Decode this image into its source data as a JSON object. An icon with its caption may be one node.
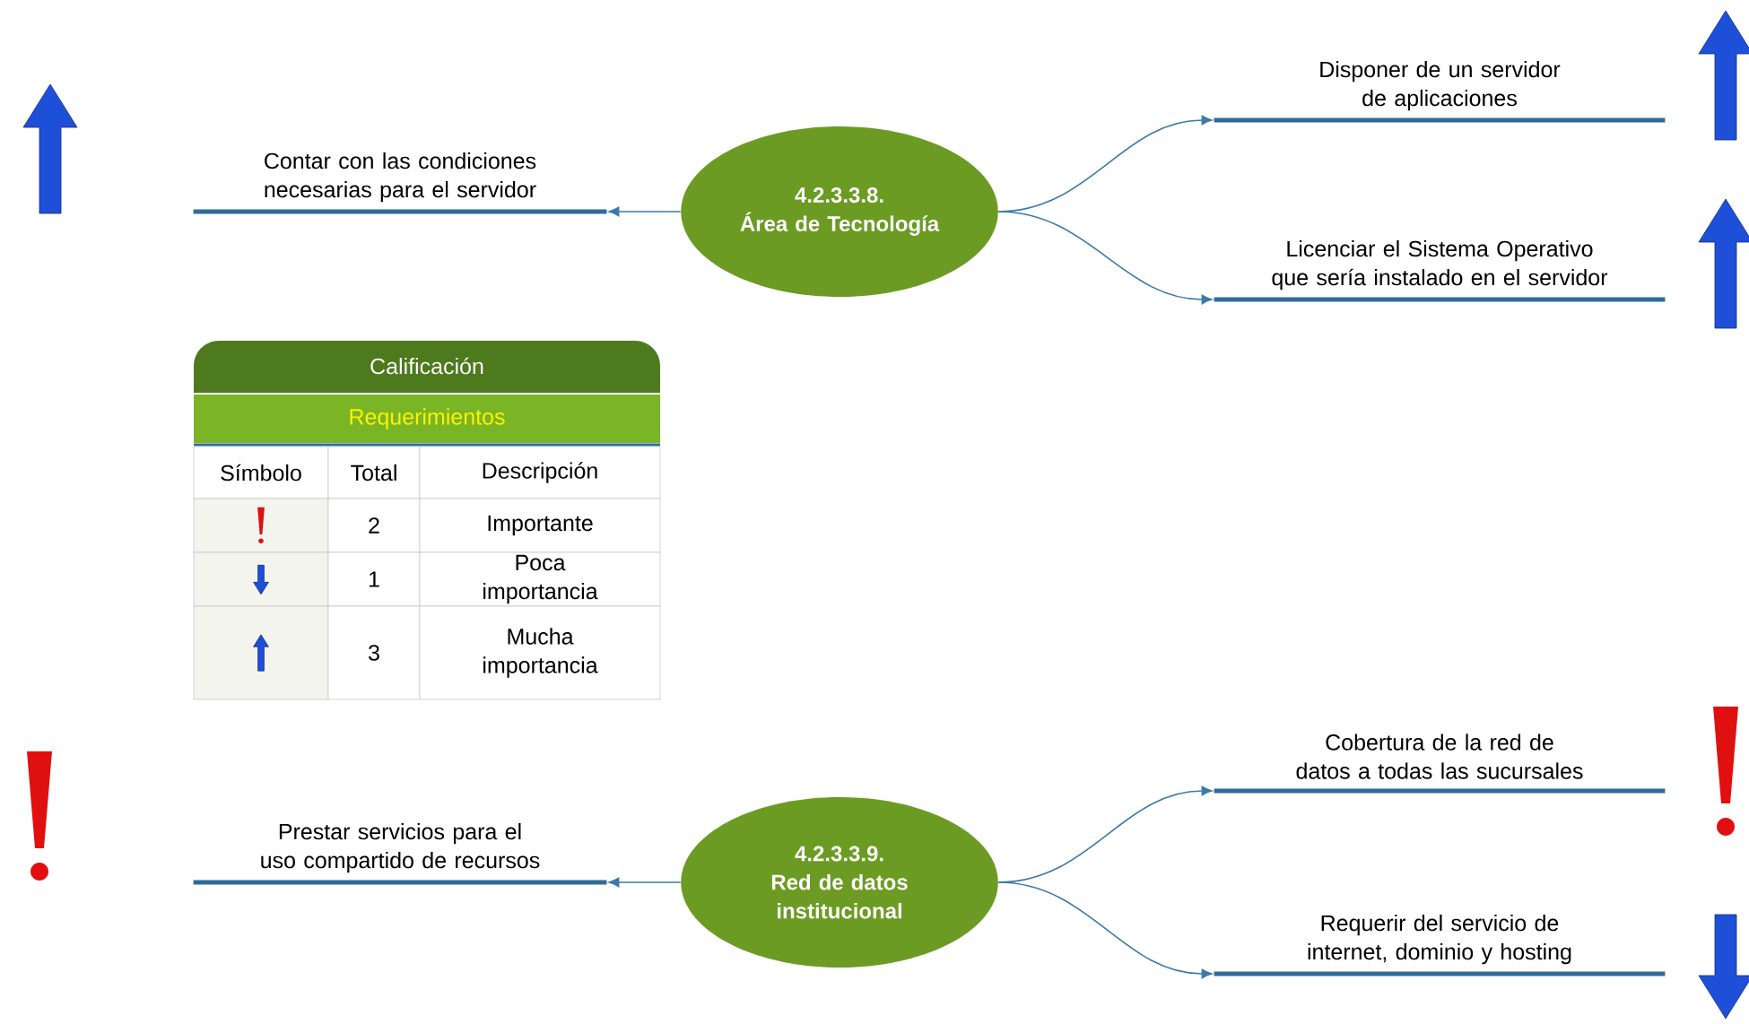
{
  "diagram": {
    "nodes": [
      {
        "text": [
          "4.2.3.3.8.",
          "Área de Tecnología"
        ]
      },
      {
        "text": [
          "Contar con las condiciones necesarias para el servidor"
        ]
      },
      {
        "text": [
          "Disponer de un servidor de aplicaciones"
        ]
      },
      {
        "text": [
          "Licenciar el Sistema Operativo que sería instalado en el servidor"
        ]
      },
      {
        "text": [
          "4.2.3.3.9.",
          "Red de datos institucional"
        ]
      },
      {
        "text": [
          "Prestar servicios para el uso compartido de recursos"
        ]
      },
      {
        "text": [
          "Cobertura de la red de datos a todas las sucursales"
        ]
      },
      {
        "text": [
          "Requerir del servicio de internet, dominio y hosting"
        ]
      }
    ],
    "edges": [
      {
        "from": 0,
        "to": 1,
        "arrow": "to"
      },
      {
        "from": 0,
        "to": 2,
        "arrow": "to"
      },
      {
        "from": 0,
        "to": 3,
        "arrow": "to"
      },
      {
        "from": 4,
        "to": 5,
        "arrow": "to"
      },
      {
        "from": 4,
        "to": 6,
        "arrow": "to"
      },
      {
        "from": 4,
        "to": 7,
        "arrow": "to"
      }
    ],
    "labels": [
      "Calificación",
      "Requerimientos",
      "Símbolo",
      "Total",
      "Descripción",
      "2",
      "Importante",
      "1",
      "Poca importancia",
      "3",
      "Mucha importancia"
    ]
  }
}
